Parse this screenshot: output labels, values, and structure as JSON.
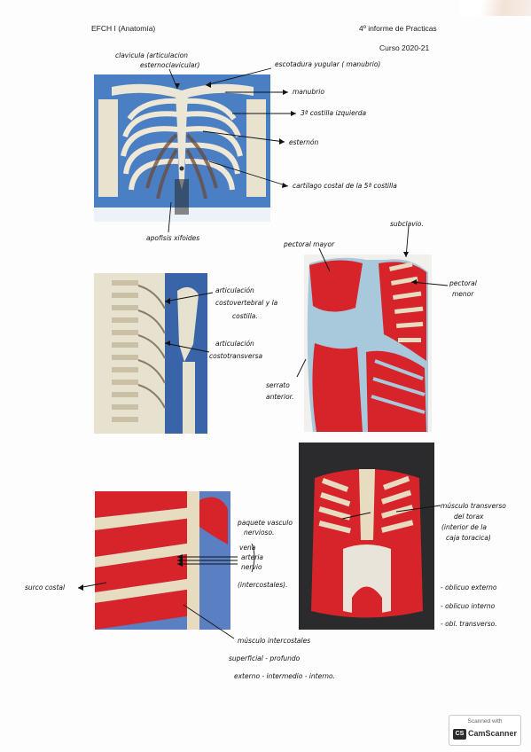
{
  "header": {
    "left": "EFCH I (Anatomía)",
    "right": "4º informe de Practicas",
    "course": "Curso 2020-21"
  },
  "labels": {
    "clavicula": "clavicula (articulacion",
    "clavicula2": "esternoclavicular)",
    "escotadura": "escotadura yugular ( manubrio)",
    "manubrio": "manubrio",
    "costilla3": "3ª costilla izquierda",
    "esternon": "esternón",
    "cartilago": "cartilago costal de la 5ª costilla",
    "xifoides": "apofisis xifoides",
    "subclavio": "subclavio.",
    "pectoral_mayor": "pectoral mayor",
    "pectoral_menor1": "pectoral",
    "pectoral_menor2": "menor",
    "art_costo1": "articulación",
    "art_costo2": "costovertebral y la",
    "art_costo3": "costilla.",
    "art_costotrans1": "articulación",
    "art_costotrans2": "costotransversa",
    "serrato1": "serrato",
    "serrato2": "anterior.",
    "paquete1": "paquete vasculo",
    "paquete2": "nervioso.",
    "vena": "vena",
    "arteria": "arteria",
    "nervio": "nervio",
    "intercostales_paren": "(intercostales).",
    "transverso1": "músculo transverso",
    "transverso2": "del torax",
    "transverso3": "(interior de la",
    "transverso4": "caja toracica)",
    "surco": "surco costal",
    "musculo_inter": "músculo intercostales",
    "superficial": "superficial - profundo",
    "externo_interno": "externo - intermedio - interno.",
    "oblicuo_ext": "- oblicuo externo",
    "oblicuo_int": "- oblicuo interno",
    "obl_transverso": "- obl. transverso."
  },
  "scanner": {
    "line1": "Scanned with",
    "brand": "CamScanner",
    "logo": "CS"
  },
  "colors": {
    "skeleton_bg": "#4a7fc4",
    "muscle_red": "#d6242a",
    "fascia_blue": "#a8c8dc",
    "bone": "#e8dcc0"
  }
}
